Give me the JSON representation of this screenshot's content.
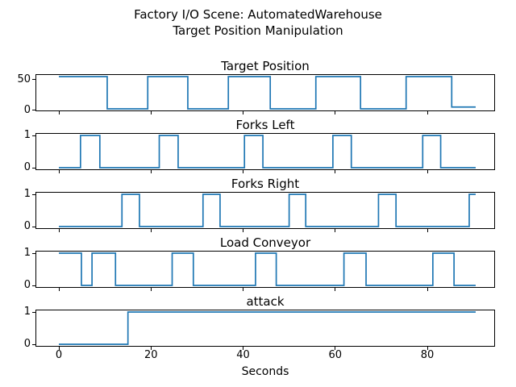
{
  "figure": {
    "suptitle_line1": "Factory I/O Scene: AutomatedWarehouse",
    "suptitle_line2": "Target Position Manipulation",
    "background": "#ffffff",
    "line_color": "#1f77b4",
    "spine_color": "#000000"
  },
  "chart_data": {
    "type": "line",
    "style": "step",
    "grid": false,
    "legend": "none",
    "xlabel": "Seconds",
    "x_axis": {
      "tick_values": [
        0,
        20,
        40,
        60,
        80
      ],
      "tick_labels": [
        "0",
        "20",
        "40",
        "60",
        "80"
      ],
      "xlim": [
        -4.9,
        94.5
      ],
      "x_end": 90.5
    },
    "subplots": [
      {
        "title": "Target Position",
        "ytick_values": [
          0,
          50
        ],
        "ytick_labels": [
          "0",
          "50"
        ],
        "ylim": [
          -0.65,
          57.65
        ],
        "steps": [
          [
            0,
            55
          ],
          [
            10.5,
            2
          ],
          [
            19.3,
            55
          ],
          [
            28,
            2
          ],
          [
            36.8,
            55
          ],
          [
            45.9,
            2
          ],
          [
            55.8,
            55
          ],
          [
            65.5,
            2
          ],
          [
            75.4,
            55
          ],
          [
            85.3,
            5
          ]
        ]
      },
      {
        "title": "Forks Left",
        "ytick_values": [
          0,
          1
        ],
        "ytick_labels": [
          "0",
          "1"
        ],
        "ylim": [
          -0.05,
          1.05
        ],
        "steps": [
          [
            0,
            0
          ],
          [
            4.7,
            1
          ],
          [
            8.9,
            0
          ],
          [
            21.8,
            1
          ],
          [
            25.9,
            0
          ],
          [
            40.3,
            1
          ],
          [
            44.3,
            0
          ],
          [
            59.5,
            1
          ],
          [
            63.5,
            0
          ],
          [
            79,
            1
          ],
          [
            82.9,
            0
          ]
        ]
      },
      {
        "title": "Forks Right",
        "ytick_values": [
          0,
          1
        ],
        "ytick_labels": [
          "0",
          "1"
        ],
        "ylim": [
          -0.05,
          1.05
        ],
        "steps": [
          [
            0,
            0
          ],
          [
            13.7,
            1
          ],
          [
            17.5,
            0
          ],
          [
            31.3,
            1
          ],
          [
            35,
            0
          ],
          [
            50,
            1
          ],
          [
            53.6,
            0
          ],
          [
            69.4,
            1
          ],
          [
            73.2,
            0
          ],
          [
            89.1,
            1
          ]
        ]
      },
      {
        "title": "Load Conveyor",
        "ytick_values": [
          0,
          1
        ],
        "ytick_labels": [
          "0",
          "1"
        ],
        "ylim": [
          -0.05,
          1.05
        ],
        "steps": [
          [
            0,
            1
          ],
          [
            4.9,
            0
          ],
          [
            7.2,
            1
          ],
          [
            12.3,
            0
          ],
          [
            24.6,
            1
          ],
          [
            29.2,
            0
          ],
          [
            42.7,
            1
          ],
          [
            47.2,
            0
          ],
          [
            61.9,
            1
          ],
          [
            66.7,
            0
          ],
          [
            81.2,
            1
          ],
          [
            85.8,
            0
          ]
        ]
      },
      {
        "title": "attack",
        "ytick_values": [
          0,
          1
        ],
        "ytick_labels": [
          "0",
          "1"
        ],
        "ylim": [
          -0.05,
          1.05
        ],
        "steps": [
          [
            0,
            0
          ],
          [
            15,
            1
          ]
        ]
      }
    ]
  }
}
